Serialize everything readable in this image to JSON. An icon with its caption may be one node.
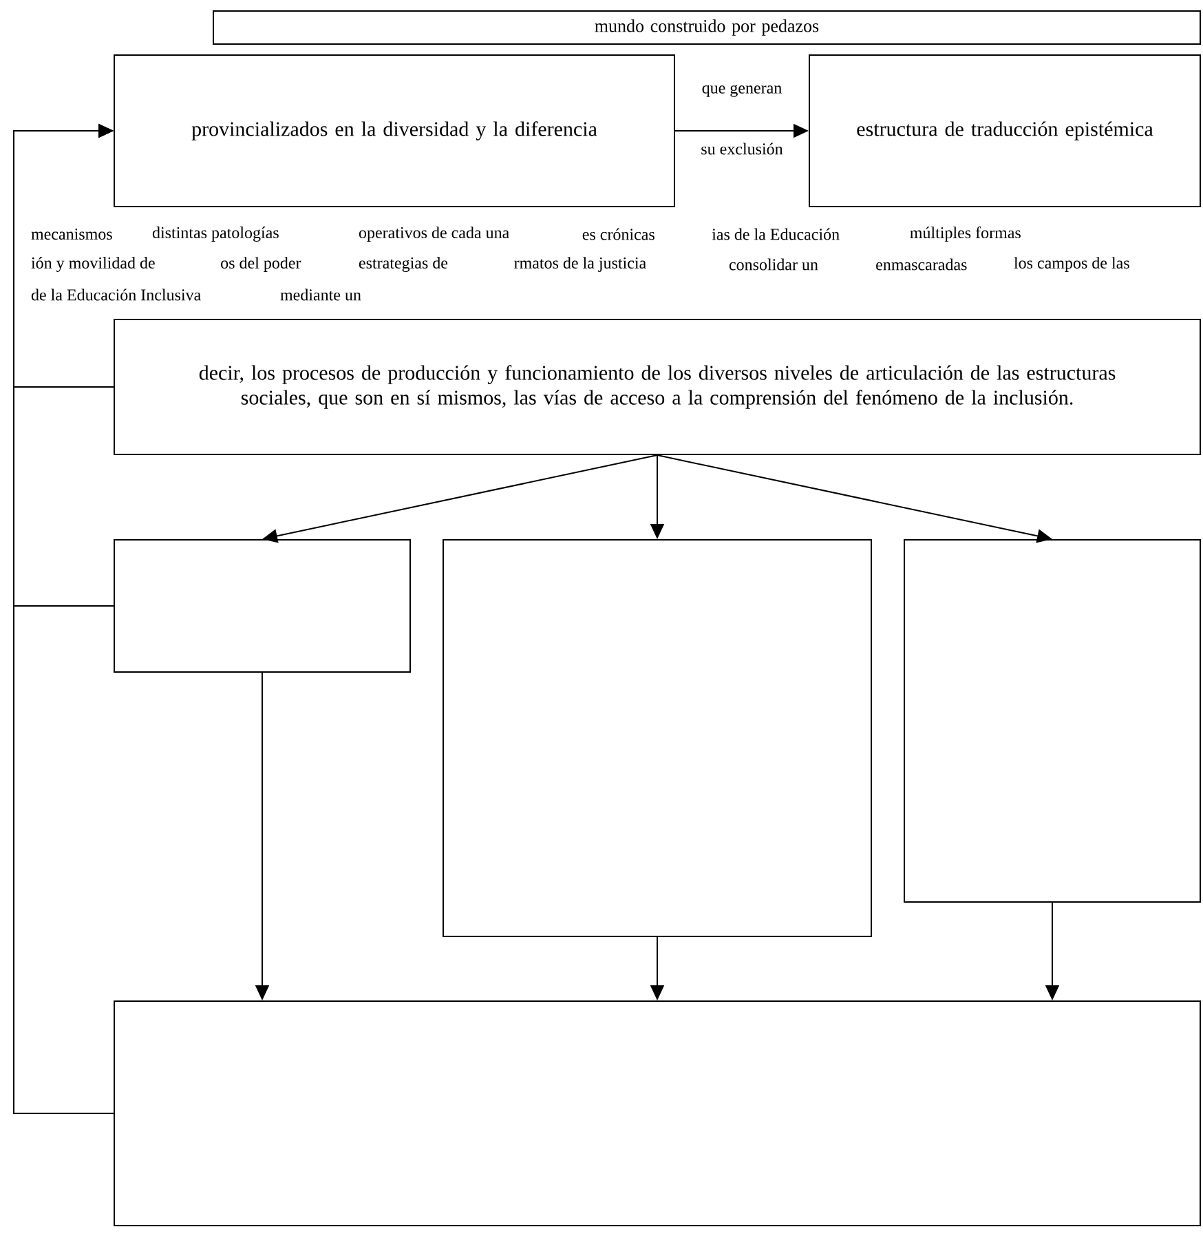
{
  "diagram": {
    "nodes": [
      {
        "text": [
          "mundo construido por pedazos"
        ]
      },
      {
        "text": [
          "provincializados en la diversidad y la diferencia"
        ]
      },
      {
        "text": [
          "estructura de traducción epistémica"
        ]
      },
      {
        "text": [
          "decir, los procesos de producción y funcionamiento de los diversos niveles de articulación de las estructuras sociales, que son en sí mismos, las vías de acceso a la comprensión del fenómeno de la inclusión."
        ]
      },
      {
        "text": [],
        "shape": "box"
      },
      {
        "text": [],
        "shape": "box"
      },
      {
        "text": [],
        "shape": "box"
      },
      {
        "text": [],
        "shape": "box"
      }
    ],
    "edges": [
      {
        "from": 1,
        "to": 2,
        "arrow": "to"
      },
      {
        "from": 3,
        "to": 4,
        "arrow": "to"
      },
      {
        "from": 3,
        "to": 5,
        "arrow": "to"
      },
      {
        "from": 3,
        "to": 6,
        "arrow": "to"
      },
      {
        "from": 4,
        "to": 7,
        "arrow": "to"
      },
      {
        "from": 5,
        "to": 7,
        "arrow": "to"
      },
      {
        "from": 6,
        "to": 7,
        "arrow": "to"
      },
      {
        "from": 7,
        "to": 1,
        "arrow": "to"
      },
      {
        "from": 3,
        "to": 1,
        "arrow": "to"
      },
      {
        "from": 4,
        "to": 1,
        "arrow": "to"
      }
    ],
    "labels": [
      "que generan",
      "su exclusión",
      "mecanismos",
      "distintas patologías",
      "operativos de cada una",
      "es crónicas",
      "ias de la Educación",
      "múltiples formas",
      "ión y movilidad de",
      "os del poder",
      "estrategias de",
      "rmatos de la justicia",
      "consolidar un",
      "enmascaradas",
      "los campos de las",
      "de la Educación Inclusiva",
      "mediante un"
    ]
  }
}
